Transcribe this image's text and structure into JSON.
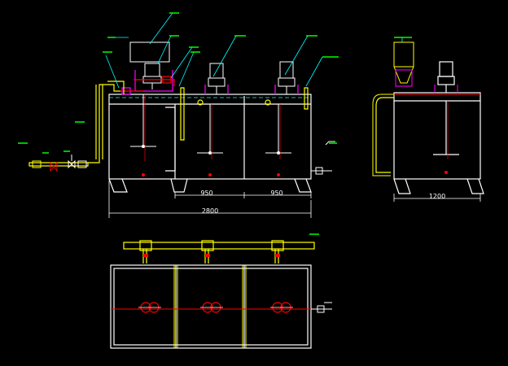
{
  "drawing": {
    "colors": {
      "background": "#000000",
      "outline": "#ffffff",
      "pipe": "#ffff00",
      "valve": "#ff0000",
      "leader": "#00ffff",
      "label": "#00ff00",
      "support": "#ff00ff"
    },
    "dimensions": {
      "tank_1": "950",
      "tank_2": "950",
      "overall_length": "2800",
      "side_width": "1200"
    },
    "views": [
      "front-view",
      "side-view",
      "plan-view"
    ]
  }
}
